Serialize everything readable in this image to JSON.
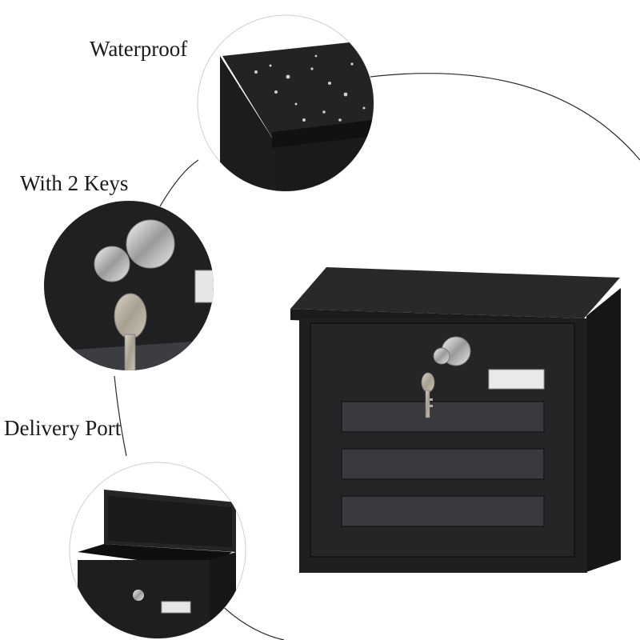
{
  "features": {
    "waterproof": "Waterproof",
    "keys": "With 2 Keys",
    "delivery_port": "Delivery Port"
  },
  "colors": {
    "mailbox_body": "#1f1f21",
    "mailbox_panel": "#252528",
    "slot": "#3a3a3e",
    "background": "#ffffff",
    "connector_line": "#2a2a2a"
  }
}
